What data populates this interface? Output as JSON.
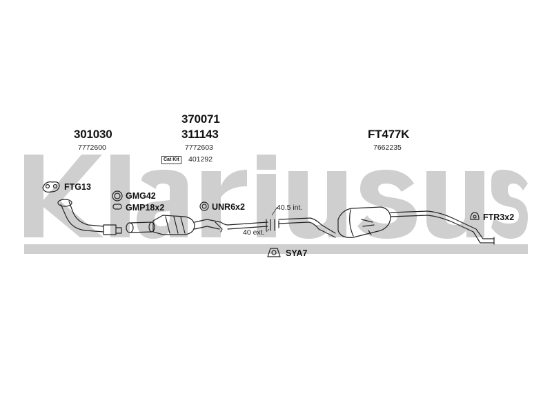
{
  "watermark": {
    "text": "klarius",
    "color": "#cfcfcf"
  },
  "parts": {
    "front_pipe": {
      "code": "301030",
      "ref": "7772600"
    },
    "catalyst": {
      "code_top": "370071",
      "code": "311143",
      "ref": "7772603",
      "catkit_label": "Cat Kit",
      "catkit_ref": "401292"
    },
    "rear_silencer": {
      "code": "FT477K",
      "ref": "7662235"
    }
  },
  "fittings": {
    "ftg": "FTG13",
    "gmg": "GMG42",
    "gmp": "GMP18x2",
    "unr": "UNR6x2",
    "ftr": "FTR3x2",
    "sya": "SYA7"
  },
  "dimensions": {
    "internal": "40.5 int.",
    "external": "40 ext."
  }
}
